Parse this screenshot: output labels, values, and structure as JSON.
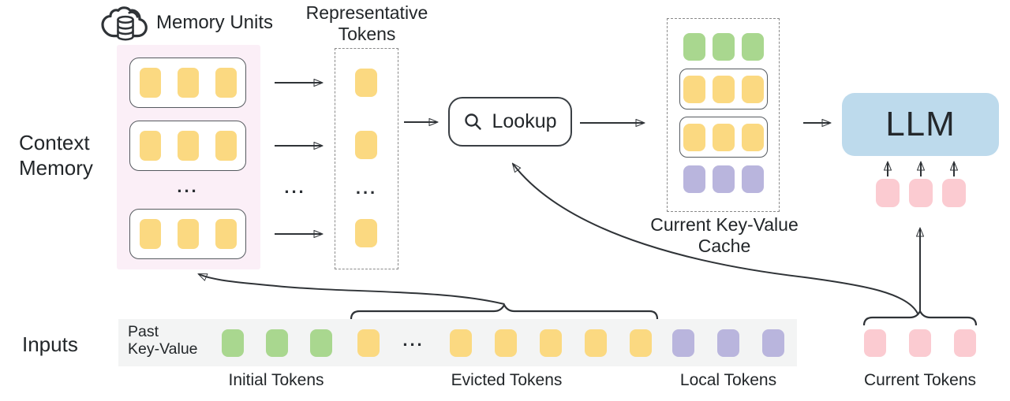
{
  "labels": {
    "memory_units": "Memory Units",
    "representative_tokens": [
      "Representative",
      "Tokens"
    ],
    "context_memory": [
      "Context",
      "Memory"
    ],
    "lookup": "Lookup",
    "current_kv_cache": [
      "Current Key-Value",
      "Cache"
    ],
    "llm": "LLM",
    "inputs": "Inputs",
    "past_key_value": [
      "Past",
      "Key-Value"
    ],
    "initial_tokens": "Initial Tokens",
    "evicted_tokens": "Evicted Tokens",
    "local_tokens": "Local Tokens",
    "current_tokens": "Current Tokens",
    "ellipsis": "..."
  },
  "icons": {
    "cloud_database": "cloud-database-icon",
    "search": "search-icon"
  },
  "colors": {
    "token_yellow": "#FBD981",
    "token_green": "#A9D78F",
    "token_purple": "#B9B5DD",
    "token_pink": "#FBCBD1",
    "llm_blue": "#BDDAEC",
    "memory_panel_bg": "#FBEFF7",
    "input_strip_bg": "#F3F4F4",
    "line": "#2F3337",
    "text": "#222629"
  },
  "token_groups": {
    "memory_row_1": {
      "count": 3,
      "color": "token_yellow"
    },
    "memory_row_2": {
      "count": 3,
      "color": "token_yellow"
    },
    "memory_row_3": {
      "count": 3,
      "color": "token_yellow"
    },
    "representative_1": {
      "count": 1,
      "color": "token_yellow"
    },
    "representative_2": {
      "count": 1,
      "color": "token_yellow"
    },
    "representative_3": {
      "count": 1,
      "color": "token_yellow"
    },
    "cache_initial": {
      "count": 3,
      "color": "token_green"
    },
    "cache_memory_1": {
      "count": 3,
      "color": "token_yellow"
    },
    "cache_memory_2": {
      "count": 3,
      "color": "token_yellow"
    },
    "cache_local": {
      "count": 3,
      "color": "token_purple"
    },
    "llm_current": {
      "count": 3,
      "color": "token_pink"
    },
    "strip_initial": {
      "count": 3,
      "color": "token_green"
    },
    "strip_evicted_head": {
      "count": 1,
      "color": "token_yellow"
    },
    "strip_evicted_tail": {
      "count": 5,
      "color": "token_yellow"
    },
    "strip_local": {
      "count": 3,
      "color": "token_purple"
    },
    "strip_current": {
      "count": 3,
      "color": "token_pink"
    }
  }
}
